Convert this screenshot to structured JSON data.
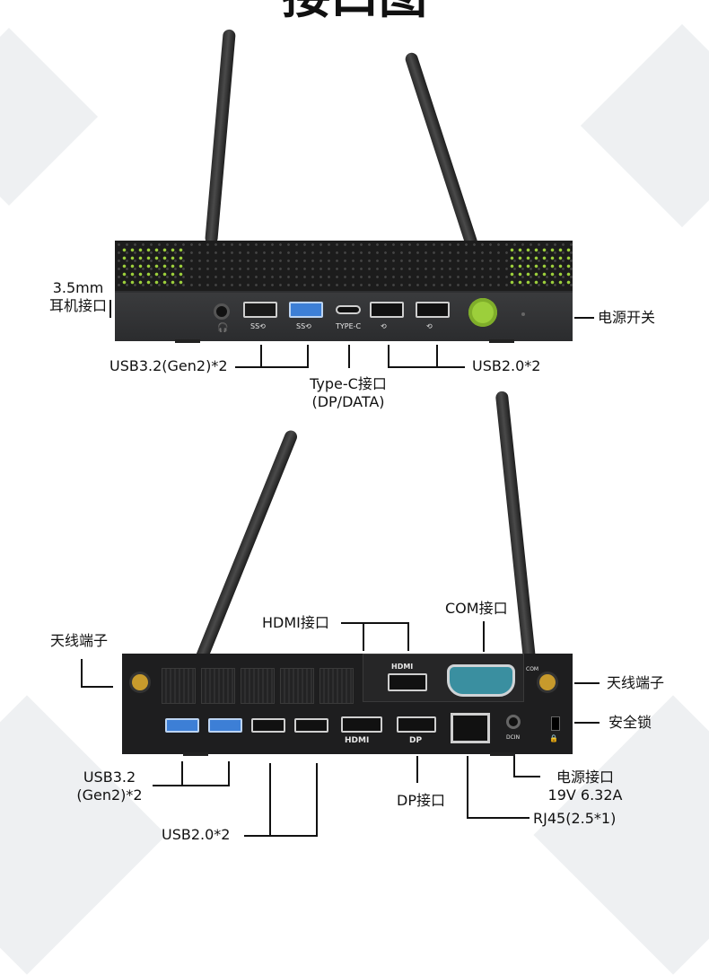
{
  "title": "接口图",
  "top_device": {
    "labels": {
      "audio": "3.5mm\n耳机接口",
      "power_switch": "电源开关",
      "usb32": "USB3.2(Gen2)*2",
      "typec": "Type-C接口\n(DP/DATA)",
      "usb20": "USB2.0*2"
    },
    "port_marks": {
      "usb3_a": "SS⟲",
      "usb3_b": "SS⟲",
      "typec": "TYPE-C",
      "usb2_a": "⟲",
      "usb2_b": "⟲"
    }
  },
  "bottom_device": {
    "labels": {
      "antenna_left": "天线端子",
      "antenna_right": "天线端子",
      "hdmi": "HDMI接口",
      "com": "COM接口",
      "lock": "安全锁",
      "usb32": "USB3.2\n(Gen2)*2",
      "dp": "DP接口",
      "dc": "电源接口\n19V 6.32A",
      "rj45": "RJ45(2.5*1)",
      "usb20": "USB2.0*2"
    },
    "port_marks": {
      "hdmi": "HDMI",
      "dp": "DP",
      "dcin": "DCIN",
      "com": "COM"
    }
  },
  "colors": {
    "accent_green": "#9ccf3b",
    "usb3_blue": "#3d7fd6",
    "com_teal": "#3a8fa0"
  }
}
